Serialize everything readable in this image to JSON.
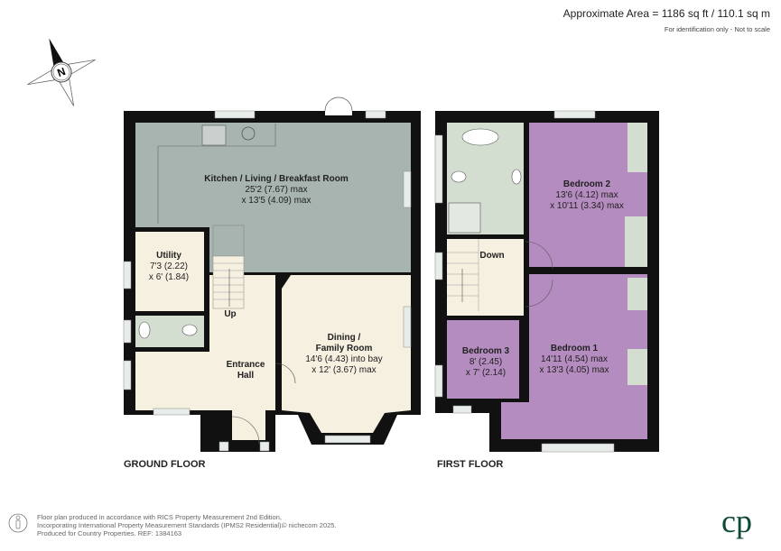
{
  "header": {
    "area": "Approximate Area = 1186 sq ft / 110.1 sq m",
    "note": "For identification only - Not to scale"
  },
  "compass": {
    "label": "N"
  },
  "ground_floor": {
    "title": "GROUND FLOOR",
    "rooms": [
      {
        "name": "Kitchen / Living / Breakfast Room",
        "dim1": "25'2 (7.67) max",
        "dim2": "x 13'5 (4.09) max"
      },
      {
        "name": "Utility",
        "dim1": "7'3 (2.22)",
        "dim2": "x 6' (1.84)"
      },
      {
        "name": "Dining /",
        "name2": "Family Room",
        "dim1": "14'6 (4.43) into bay",
        "dim2": "x 12' (3.67) max"
      },
      {
        "name": "Entrance",
        "name2": "Hall"
      }
    ],
    "stairs_label": "Up"
  },
  "first_floor": {
    "title": "FIRST FLOOR",
    "rooms": [
      {
        "name": "Bedroom 2",
        "dim1": "13'6 (4.12) max",
        "dim2": "x 10'11 (3.34) max"
      },
      {
        "name": "Bedroom 1",
        "dim1": "14'11 (4.54) max",
        "dim2": "x 13'3 (4.05) max"
      },
      {
        "name": "Bedroom 3",
        "dim1": "8' (2.45)",
        "dim2": "x 7' (2.14)"
      }
    ],
    "stairs_label": "Down"
  },
  "footer": {
    "line1": "Floor plan produced in accordance with RICS Property Measurement 2nd Edition,",
    "line2": "Incorporating International Property Measurement Standards (IPMS2 Residential).",
    "copyright": "© nichecom 2025.",
    "line3": "Produced for Country Properties.   REF:  1384163",
    "logo": "cp"
  },
  "colors": {
    "wall": "#111111",
    "kitchen": "#a7b4b0",
    "cream": "#f6f0e1",
    "wet": "#d3ddd0",
    "bedroom": "#b58cbf",
    "logo": "#0f4a36"
  }
}
